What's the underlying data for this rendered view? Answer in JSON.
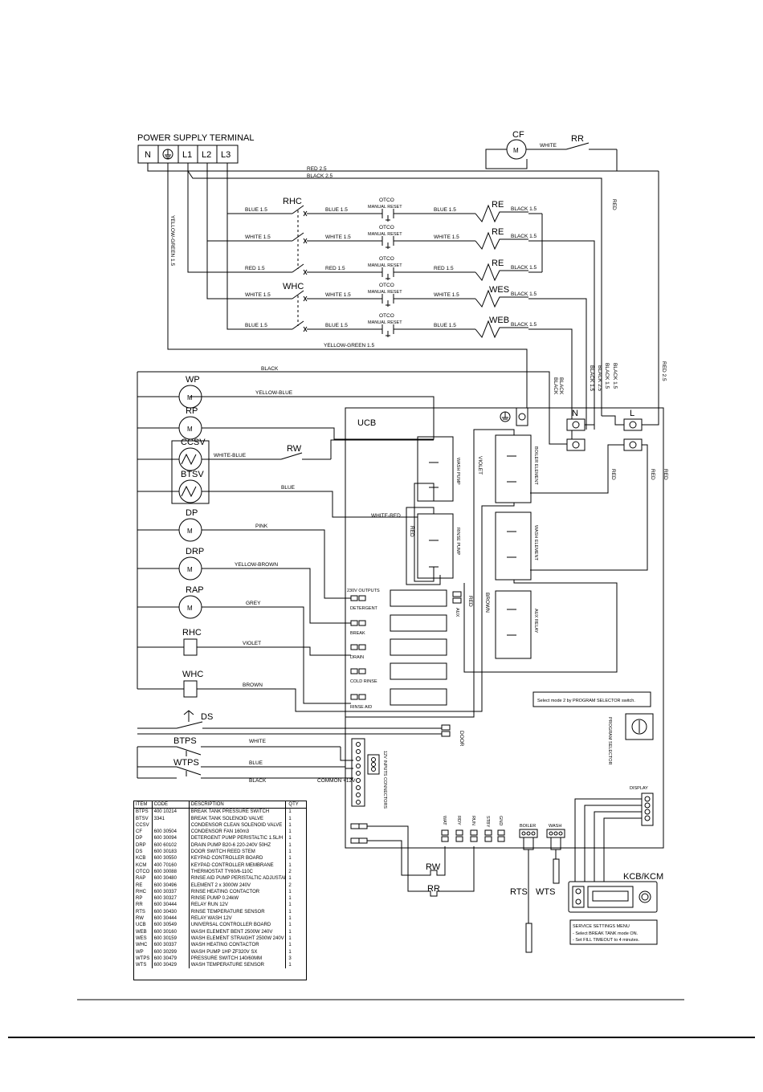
{
  "power_supply": {
    "title": "POWER SUPPLY TERMINAL",
    "terminals": [
      "N",
      "L1",
      "L2",
      "L3"
    ]
  },
  "wires": {
    "red25": "RED 2.5",
    "black25": "BLACK 2.5",
    "yellow_green15": "YELLOW-GREEN 1.5",
    "blue15": "BLUE 1.5",
    "white15": "WHITE 1.5",
    "red15": "RED 1.5",
    "black15": "BLACK 1.5",
    "black": "BLACK",
    "white": "WHITE",
    "red": "RED",
    "yellow_blue": "YELLOW-BLUE",
    "white_blue": "WHITE-BLUE",
    "blue": "BLUE",
    "white_red": "WHITE-RED",
    "pink": "PINK",
    "yellow_brown": "YELLOW-BROWN",
    "grey": "GREY",
    "violet": "VIOLET",
    "brown": "BROWN",
    "common12v": "COMMON +12V"
  },
  "components": {
    "cf": "CF",
    "rr": "RR",
    "rw": "RW",
    "rhc": "RHC",
    "whc": "WHC",
    "otco": "OTCO",
    "manual_reset": "MANUAL RESET",
    "re": "RE",
    "wes": "WES",
    "web": "WEB",
    "motor": "M",
    "wp": "WP",
    "rp": "RP",
    "ccsv": "CCSV",
    "btsv": "BTSV",
    "dp": "DP",
    "drp": "DRP",
    "rap": "RAP",
    "ds": "DS",
    "btps": "BTPS",
    "wtps": "WTPS",
    "rts": "RTS",
    "wts": "WTS",
    "kcb_kcm": "KCB/KCM"
  },
  "ucb": {
    "title": "UCB",
    "n": "N",
    "l": "L",
    "wash_pump": "WASH PUMP",
    "rinse_pump": "RINSE PUMP",
    "boiler_element": "BOILER ELEMENT",
    "wash_element": "WASH ELEMENT",
    "aux_relay": "AUX RELAY",
    "outputs_title": "230V OUTPUTS",
    "outputs": [
      "DETERGENT",
      "BREAK",
      "DRAIN",
      "COLD RINSE",
      "RINSE AID"
    ],
    "aux": "AUX",
    "door": "DOOR",
    "inputs_label": "12V INPUTS CONNECTORS",
    "mode_note": "Select mode 2 by PROGRAM SELECTOR switch.",
    "program_selector": "PROGRAM SELECTOR",
    "display": "DISPLAY",
    "leds": [
      "WAT",
      "RDY",
      "RUN",
      "STBY",
      "GND"
    ],
    "boiler": "BOILER",
    "wash": "WASH"
  },
  "service_menu": {
    "title": "SERVICE SETTINGS MENU",
    "line1": "- Select BREAK TANK mode ON.",
    "line2": "- Set FILL TIMEOUT to 4 minutes."
  },
  "parts_table": {
    "headers": [
      "ITEM",
      "CODE",
      "DESCRIPTION",
      "QTY"
    ],
    "rows": [
      [
        "BTPS",
        "400 10214",
        "BREAK TANK PRESSURE SWITCH",
        "1"
      ],
      [
        "BTSV",
        "3341",
        "BREAK TANK SOLENOID VALVE",
        "1"
      ],
      [
        "CCSV",
        "",
        "CONDENSOR CLEAN SOLENOID VALVE",
        "1"
      ],
      [
        "CF",
        "600 30504",
        "CONDENSOR FAN 160m3",
        "1"
      ],
      [
        "DP",
        "600 30094",
        "DETERGENT PUMP PERISTALTIC 1.5L/H",
        "1"
      ],
      [
        "DRP",
        "600 60102",
        "DRAIN PUMP B20-6 220-240V 50HZ",
        "1"
      ],
      [
        "DS",
        "600 30183",
        "DOOR SWITCH REED STEM",
        "1"
      ],
      [
        "KCB",
        "600 30550",
        "KEYPAD CONTROLLER BOARD",
        "1"
      ],
      [
        "KCM",
        "400 70160",
        "KEYPAD CONTROLLER MEMBRANE",
        "1"
      ],
      [
        "OTCO",
        "600 30088",
        "THERMOSTAT TY60/6-110C",
        "2"
      ],
      [
        "RAP",
        "600 30480",
        "RINSE AID PUMP PERISTALTIC ADJUSTABLE",
        "1"
      ],
      [
        "RE",
        "600 30496",
        "ELEMENT 2 x 3000W 240V",
        "2"
      ],
      [
        "RHC",
        "600 30337",
        "RINSE HEATING CONTACTOR",
        "1"
      ],
      [
        "RP",
        "600 30327",
        "RINSE PUMP 0.24kW",
        "1"
      ],
      [
        "RR",
        "600 30444",
        "RELAY RUN 12V",
        "1"
      ],
      [
        "RTS",
        "600 30430",
        "RINSE TEMPERATURE SENSOR",
        "1"
      ],
      [
        "RW",
        "600 30444",
        "RELAY WASH 12V",
        "1"
      ],
      [
        "UCB",
        "600 30549",
        "UNIVERSAL CONTROLLER BOARD",
        "1"
      ],
      [
        "WEB",
        "600 30160",
        "WASH ELEMENT BENT 2500W 240V",
        "1"
      ],
      [
        "WES",
        "600 30159",
        "WASH ELEMENT STRAIGHT 2500W 240V",
        "1"
      ],
      [
        "WHC",
        "600 30337",
        "WASH HEATING CONTACTOR",
        "1"
      ],
      [
        "WP",
        "600 30299",
        "WASH PUMP 1HP ZF320V SX",
        "1"
      ],
      [
        "WTPS",
        "600 30479",
        "PRESSURE SWITCH 140/60MM",
        "3"
      ],
      [
        "WTS",
        "600 30429",
        "WASH TEMPERATURE SENSOR",
        "1"
      ]
    ]
  }
}
